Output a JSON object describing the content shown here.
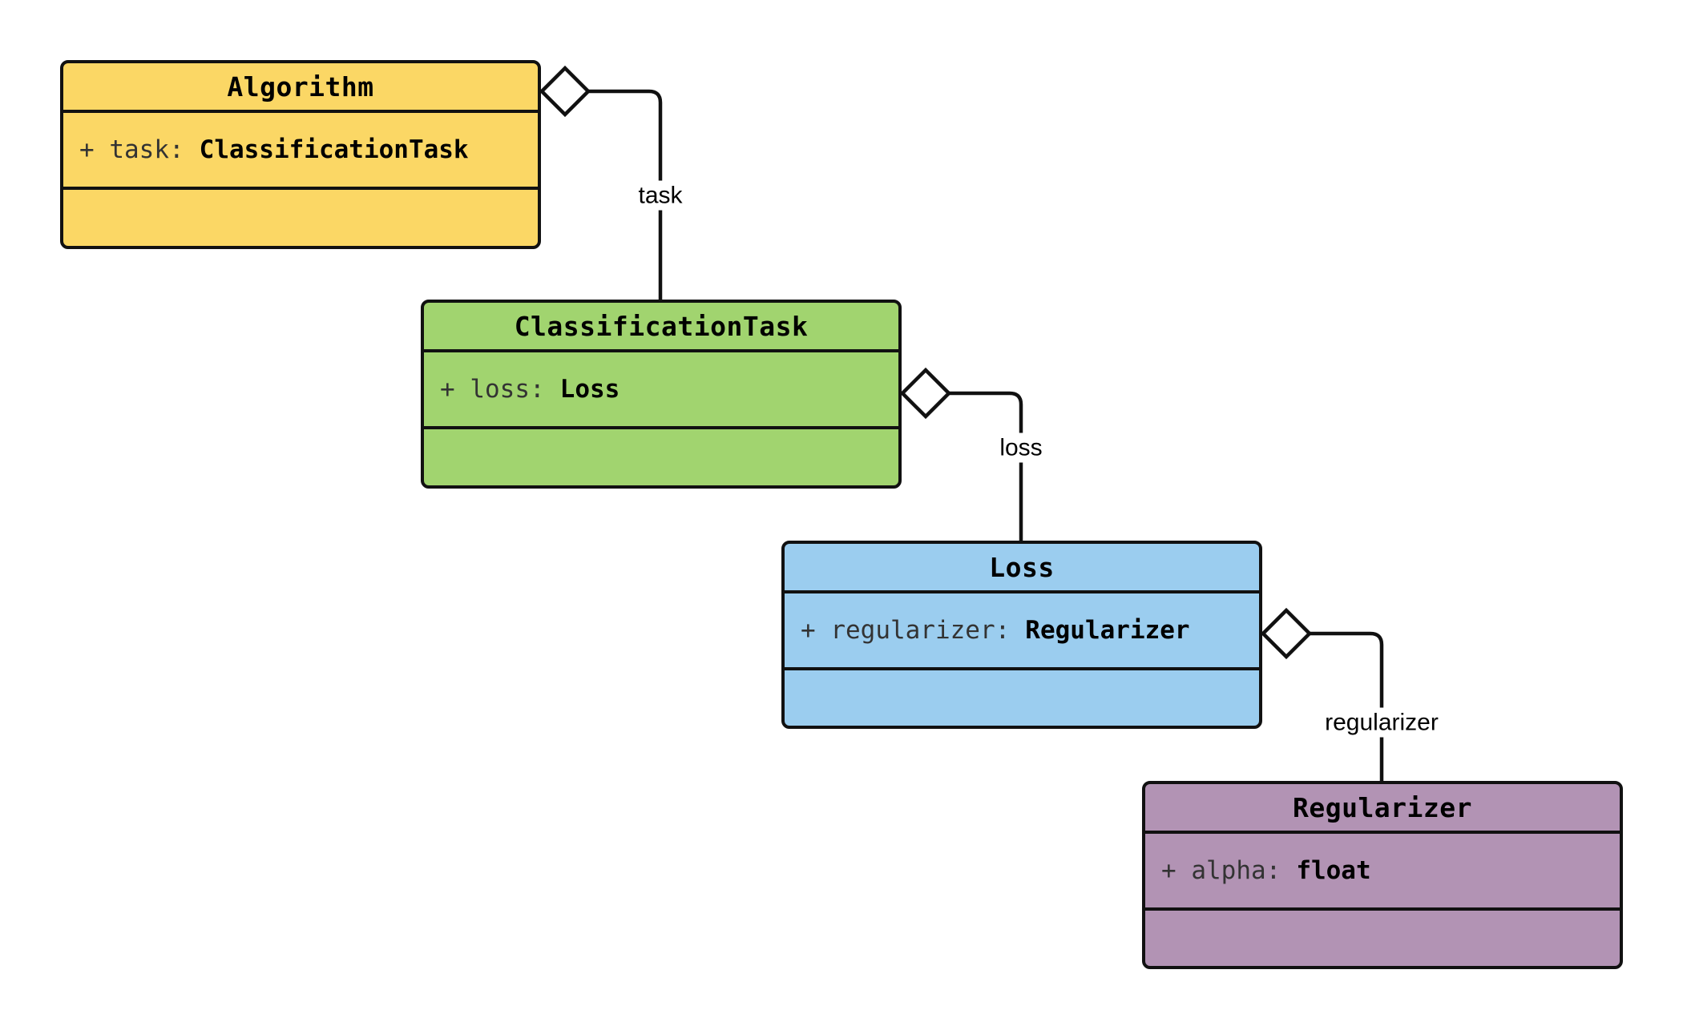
{
  "diagram": {
    "background": "#ffffff",
    "border_color": "#111111",
    "classes": [
      {
        "name": "Algorithm",
        "fill": "#FBD765",
        "attribute": {
          "prefix": "+ task:",
          "type": "ClassificationTask"
        }
      },
      {
        "name": "ClassificationTask",
        "fill": "#A1D46F",
        "attribute": {
          "prefix": "+ loss:",
          "type": "Loss"
        }
      },
      {
        "name": "Loss",
        "fill": "#9BCDEF",
        "attribute": {
          "prefix": "+ regularizer:",
          "type": "Regularizer"
        }
      },
      {
        "name": "Regularizer",
        "fill": "#B293B4",
        "attribute": {
          "prefix": "+ alpha:",
          "type": "float"
        }
      }
    ],
    "relations": [
      {
        "label": "task",
        "kind": "aggregation",
        "from": "Algorithm",
        "to": "ClassificationTask"
      },
      {
        "label": "loss",
        "kind": "aggregation",
        "from": "ClassificationTask",
        "to": "Loss"
      },
      {
        "label": "regularizer",
        "kind": "aggregation",
        "from": "Loss",
        "to": "Regularizer"
      }
    ]
  }
}
